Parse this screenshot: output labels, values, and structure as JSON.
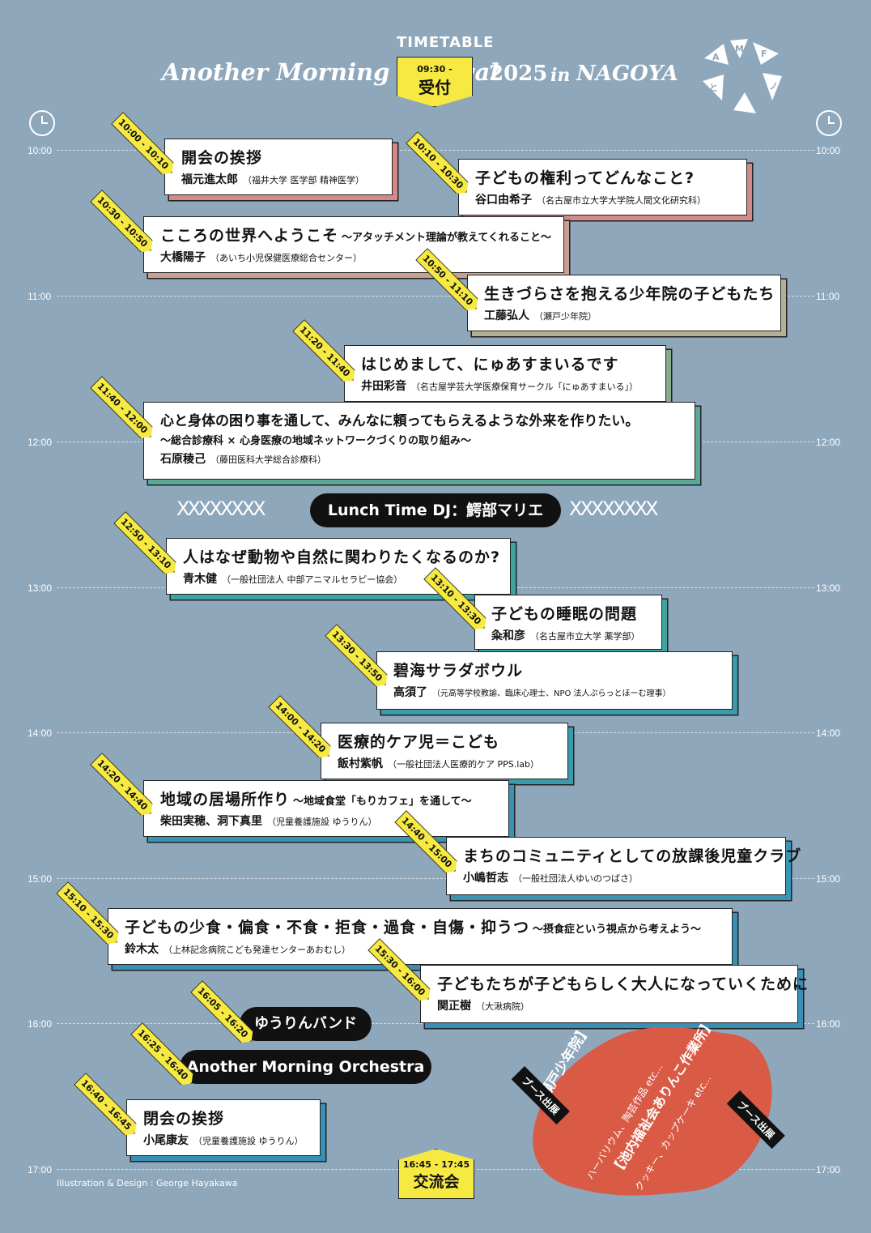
{
  "header": {
    "festival": "Another Morning Festival",
    "year": "2025",
    "in": "in",
    "city": "NAGOYA",
    "timetable": "TIMETABLE",
    "reception_time": "09:30 -",
    "reception_label": "受付",
    "logo_letters": [
      "A",
      "M",
      "F",
      "と",
      "ノ"
    ]
  },
  "times": [
    "10:00",
    "11:00",
    "12:00",
    "13:00",
    "14:00",
    "15:00",
    "16:00",
    "17:00"
  ],
  "sessions": [
    {
      "time": "10:00 - 10:10",
      "title": "開会の挨拶",
      "sub": "",
      "subtitle": "",
      "speaker": "福元進太郎",
      "aff": "（福井大学 医学部 精神医学）",
      "color": "#d48a8a"
    },
    {
      "time": "10:10 - 10:30",
      "title": "子どもの権利ってどんなこと?",
      "sub": "",
      "subtitle": "",
      "speaker": "谷口由希子",
      "aff": "（名古屋市立大学大学院人間文化研究科）",
      "color": "#d48a8a"
    },
    {
      "time": "10:30 - 10:50",
      "title": "こころの世界へようこそ",
      "sub": "〜アタッチメント理論が教えてくれること〜",
      "subtitle": "",
      "speaker": "大橋陽子",
      "aff": "（あいち小児保健医療総合センター）",
      "color": "#c9a090"
    },
    {
      "time": "10:50 - 11:10",
      "title": "生きづらさを抱える少年院の子どもたち",
      "sub": "",
      "subtitle": "",
      "speaker": "工藤弘人",
      "aff": "（瀬戸少年院）",
      "color": "#b3b094"
    },
    {
      "time": "11:20 - 11:40",
      "title": "はじめまして、にゅあすまいるです",
      "sub": "",
      "subtitle": "",
      "speaker": "井田彩音",
      "aff": "（名古屋学芸大学医療保育サークル「にゅあすまいる」）",
      "color": "#8aaa8a"
    },
    {
      "time": "11:40 - 12:00",
      "title": "心と身体の困り事を通して、みんなに頼ってもらえるような外来を作りたい。",
      "sub": "",
      "subtitle": "〜総合診療科 × 心身医療の地域ネットワークづくりの取り組み〜",
      "speaker": "石原稜己",
      "aff": "（藤田医科大学総合診療科）",
      "color": "#5ba896"
    },
    {
      "time": "12:50 - 13:10",
      "title": "人はなぜ動物や自然に関わりたくなるのか?",
      "sub": "",
      "subtitle": "",
      "speaker": "青木健",
      "aff": "（一般社団法人 中部アニマルセラピー協会）",
      "color": "#3fa3a0"
    },
    {
      "time": "13:10 - 13:30",
      "title": "子どもの睡眠の問題",
      "sub": "",
      "subtitle": "",
      "speaker": "粂和彦",
      "aff": "（名古屋市立大学 薬学部）",
      "color": "#3fa3a0"
    },
    {
      "time": "13:30 - 13:50",
      "title": "碧海サラダボウル",
      "sub": "",
      "subtitle": "",
      "speaker": "高須了",
      "aff": "（元高等学校教諭、臨床心理士、NPO 法人ぷらっとほーむ理事）",
      "color": "#3a9aae"
    },
    {
      "time": "14:00 - 14:20",
      "title": "医療的ケア児＝こども",
      "sub": "",
      "subtitle": "",
      "speaker": "飯村紫帆",
      "aff": "（一般社団法人医療的ケア PPS.lab）",
      "color": "#3a9aae"
    },
    {
      "time": "14:20 - 14:40",
      "title": "地域の居場所作り",
      "sub": "〜地域食堂「もりカフェ」を通して〜",
      "subtitle": "",
      "speaker": "柴田実穂、洞下真里",
      "aff": "（児童養護施設 ゆうりん）",
      "color": "#3a95b5"
    },
    {
      "time": "14:40 - 15:00",
      "title": "まちのコミュニティとしての放課後児童クラブ",
      "sub": "",
      "subtitle": "",
      "speaker": "小嶋哲志",
      "aff": "（一般社団法人ゆいのつばさ）",
      "color": "#3a95b5"
    },
    {
      "time": "15:10 - 15:30",
      "title": "子どもの少食・偏食・不食・拒食・過食・自傷・抑うつ",
      "sub": "〜摂食症という視点から考えよう〜",
      "subtitle": "",
      "speaker": "鈴木太",
      "aff": "（上林記念病院こども発達センターあおむし）",
      "color": "#3a8fb5"
    },
    {
      "time": "15:30 - 16:00",
      "title": "子どもたちが子どもらしく大人になっていくために",
      "sub": "",
      "subtitle": "",
      "speaker": "関正樹",
      "aff": "（大湫病院）",
      "color": "#3a8fb5"
    },
    {
      "time": "16:40 - 16:45",
      "title": "閉会の挨拶",
      "sub": "",
      "subtitle": "",
      "speaker": "小尾康友",
      "aff": "（児童養護施設 ゆうりん）",
      "color": "#3a8fb5"
    }
  ],
  "lunch": {
    "label": "Lunch Time  DJ：鰐部マリエ"
  },
  "bands": [
    {
      "time": "16:05 - 16:20",
      "label": "ゆうりんバンド"
    },
    {
      "time": "16:25 - 16:40",
      "label": "Another Morning Orchestra"
    }
  ],
  "exchange": {
    "time": "16:45 - 17:45",
    "label": "交流会"
  },
  "booth": {
    "label": "ブース出展",
    "line1": "【瀬戸少年院】",
    "line1_sub": "ハーバリウム、陶芸作品 etc...",
    "line2": "【池内福祉会ありんこ作業所】",
    "line2_sub": "クッキー、カップケーキ etc...",
    "color": "#d95a45"
  },
  "credit": "Illustration & Design : George Hayakawa"
}
